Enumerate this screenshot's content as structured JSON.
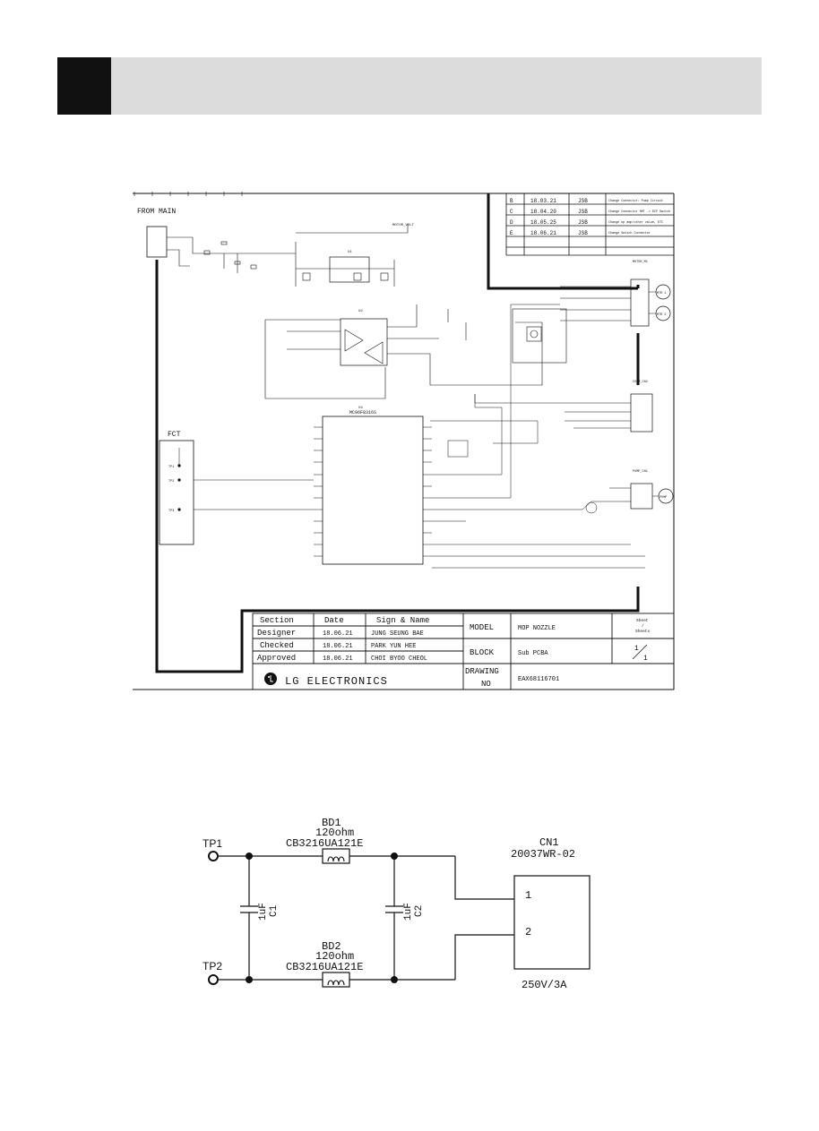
{
  "revisions": [
    {
      "rev": "B",
      "date": "18.03.21",
      "by": "JSB",
      "note": "Change Connector: Pump Circuit"
    },
    {
      "rev": "C",
      "date": "18.04.20",
      "by": "JSB",
      "note": "Change Connector SMT -> DIP Switch"
    },
    {
      "rev": "D",
      "date": "18.05.25",
      "by": "JSB",
      "note": "Change op amp/other value, ETC"
    },
    {
      "rev": "E",
      "date": "18.06.21",
      "by": "JSB",
      "note": "Change Switch Connector"
    }
  ],
  "schematic": {
    "from_main": "FROM MAIN",
    "fct": "FCT",
    "motor_volt": "MOTOR_VOLT",
    "mcu": "MC96F8316S",
    "u1": "U1",
    "u2": "U2",
    "u4": "U4",
    "motor_label": "MOTOR_M1",
    "comm_label": "COMM_CN2",
    "pump_label": "PUMP_CN1",
    "mtr1": "MTR 1",
    "mtr2": "MTR 2",
    "pump": "PUMP",
    "tp_fct1": "TP1",
    "tp_fct2": "TP2",
    "tp_fct3": "TP3"
  },
  "title_block": {
    "hdr_section": "Section",
    "hdr_date": "Date",
    "hdr_sign": "Sign & Name",
    "designer_label": "Designer",
    "designer_date": "18.06.21",
    "designer_name": "JUNG SEUNG BAE",
    "checked_label": "Checked",
    "checked_date": "18.06.21",
    "checked_name": "PARK YUN HEE",
    "approved_label": "Approved",
    "approved_date": "18.06.21",
    "approved_name": "CHOI BYOO CHEOL",
    "company": "LG ELECTRONICS",
    "model_label": "MODEL",
    "model_value": "MOP NOZZLE",
    "block_label": "BLOCK",
    "block_value": "Sub PCBA",
    "drawing_label1": "DRAWING",
    "drawing_label2": "NO",
    "drawing_value": "EAX68116701",
    "sheet_label1": "Sheet",
    "sheet_label2": "/",
    "sheet_label3": "Sheets",
    "sheet_num": "1",
    "sheet_den": "1"
  },
  "lower": {
    "tp1": "TP1",
    "tp2": "TP2",
    "bd1": "BD1",
    "bd2": "BD2",
    "bd_ohm": "120ohm",
    "bd_part": "CB3216UA121E",
    "c1_val": "1uF",
    "c1_ref": "C1",
    "c2_val": "1uF",
    "c2_ref": "C2",
    "cn1": "CN1",
    "cn1_part": "20037WR-02",
    "pin1": "1",
    "pin2": "2",
    "rating": "250V/3A"
  }
}
